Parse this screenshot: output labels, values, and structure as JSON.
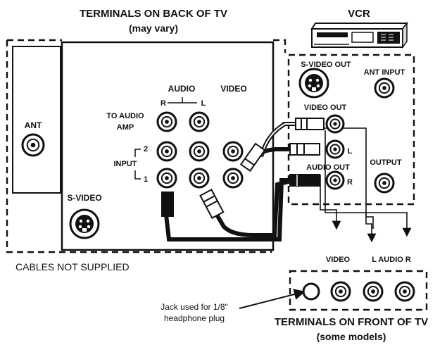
{
  "labels": {
    "back_title_1": "TERMINALS ON BACK OF TV",
    "back_title_2": "(may vary)",
    "vcr_title": "VCR",
    "ant": "ANT",
    "audio": "AUDIO",
    "audio_r": "R",
    "audio_l": "L",
    "video": "VIDEO",
    "to_audio_amp_1": "TO AUDIO",
    "to_audio_amp_2": "AMP",
    "input": "INPUT",
    "input_2": "2",
    "input_1": "1",
    "s_video": "S-VIDEO",
    "vcr_s_video_out": "S-VIDEO OUT",
    "vcr_ant_input": "ANT INPUT",
    "vcr_video_out": "VIDEO OUT",
    "vcr_l": "L",
    "vcr_audio_out": "AUDIO OUT",
    "vcr_r": "R",
    "vcr_output": "OUTPUT",
    "front_video": "VIDEO",
    "front_l_audio_r": "L AUDIO R",
    "cables_not_supplied": "CABLES NOT SUPPLIED",
    "jack_note_1": "Jack used for 1/8\"",
    "jack_note_2": "headphone plug",
    "front_title_1": "TERMINALS ON FRONT OF TV",
    "front_title_2": "(some models)"
  }
}
